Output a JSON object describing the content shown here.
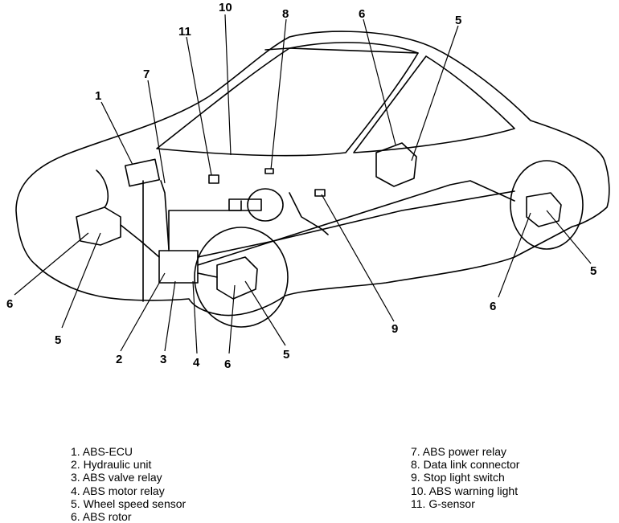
{
  "callouts": {
    "c1": "1",
    "c2": "2",
    "c3": "3",
    "c4": "4",
    "c5a": "5",
    "c5b": "5",
    "c5c": "5",
    "c5d": "5",
    "c6a": "6",
    "c6b": "6",
    "c6c": "6",
    "c6d": "6",
    "c7": "7",
    "c8": "8",
    "c9": "9",
    "c10": "10",
    "c11": "11"
  },
  "legend": {
    "left": [
      "1. ABS-ECU",
      "2. Hydraulic unit",
      "3. ABS valve relay",
      "4. ABS motor relay",
      "5. Wheel speed sensor",
      "6. ABS rotor"
    ],
    "right": [
      "7. ABS power relay",
      "8. Data link connector",
      "9. Stop light switch",
      "10. ABS warning light",
      "11. G-sensor"
    ]
  }
}
